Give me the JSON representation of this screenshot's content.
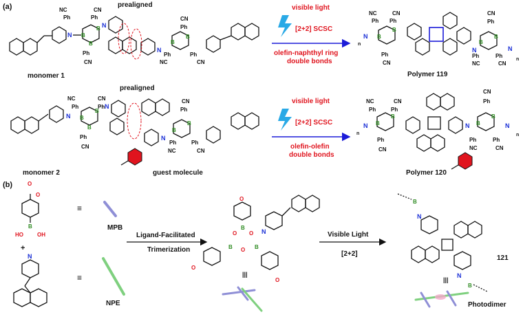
{
  "panel_a": {
    "label": "(a)",
    "row1": {
      "prealigned": "prealigned",
      "monomer": "monomer 1",
      "arrow_top": "visible light",
      "arrow_mid": "[2+2] SCSC",
      "arrow_bottom_1": "olefin-naphthyl ring",
      "arrow_bottom_2": "double bonds",
      "product": "Polymer 119"
    },
    "row2": {
      "prealigned": "prealigned",
      "monomer": "monomer 2",
      "guest": "guest molecule",
      "arrow_top": "visible light",
      "arrow_mid": "[2+2] SCSC",
      "arrow_bottom_1": "olefin-olefin",
      "arrow_bottom_2": "double bonds",
      "product": "Polymer 120"
    }
  },
  "panel_b": {
    "label": "(b)",
    "mpb": "MPB",
    "npe": "NPE",
    "plus": "+",
    "equiv": "≡",
    "step1_line1": "Ligand-Facilitated",
    "step1_line2": "Trimerization",
    "step2_line1": "Visible Light",
    "step2_line2": "[2+2]",
    "compound": "121",
    "photodimer": "Photodimer"
  },
  "atoms": {
    "N": "N",
    "B": "B",
    "O": "O",
    "Ph": "Ph",
    "CN": "CN",
    "HO": "HO",
    "OH": "OH",
    "n": "n"
  },
  "colors": {
    "arrow": "#1b1bd8",
    "lightning": "#29a9e6",
    "red_text": "#e0141e",
    "toluene": "#e0141e",
    "mpb_stick": "#8f8fd6",
    "npe_stick": "#7fd07f"
  }
}
